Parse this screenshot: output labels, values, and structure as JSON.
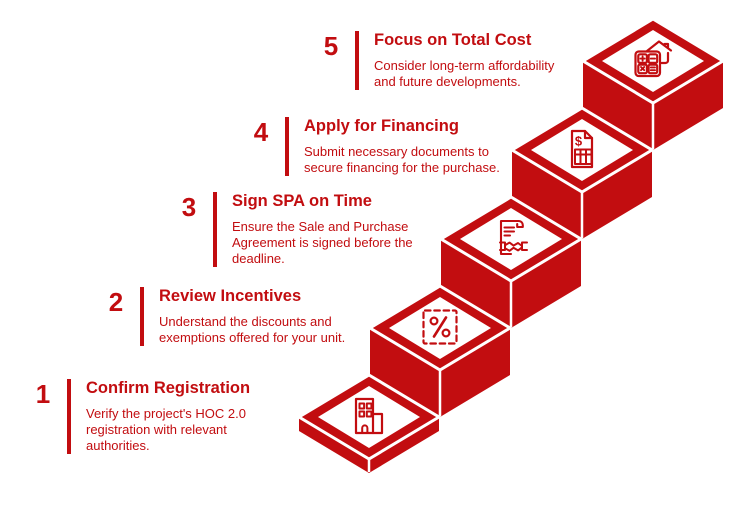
{
  "colors": {
    "accent": "#c20d10",
    "background": "#ffffff"
  },
  "steps": [
    {
      "number": "1",
      "title": "Confirm Registration",
      "description": "Verify the project's HOC 2.0 registration with relevant authorities.",
      "icon": "building-icon"
    },
    {
      "number": "2",
      "title": "Review Incentives",
      "description": "Understand the discounts and exemptions offered for your unit.",
      "icon": "percent-discount-icon"
    },
    {
      "number": "3",
      "title": "Sign SPA on Time",
      "description": "Ensure the Sale and Purchase Agreement is signed before the deadline.",
      "icon": "contract-handshake-icon"
    },
    {
      "number": "4",
      "title": "Apply for Financing",
      "description": "Submit necessary documents to secure financing for the purchase.",
      "icon": "financing-document-icon",
      "icon_glyph": "$"
    },
    {
      "number": "5",
      "title": "Focus on Total Cost",
      "description": "Consider long-term affordability and future developments.",
      "icon": "calculator-house-icon"
    }
  ]
}
